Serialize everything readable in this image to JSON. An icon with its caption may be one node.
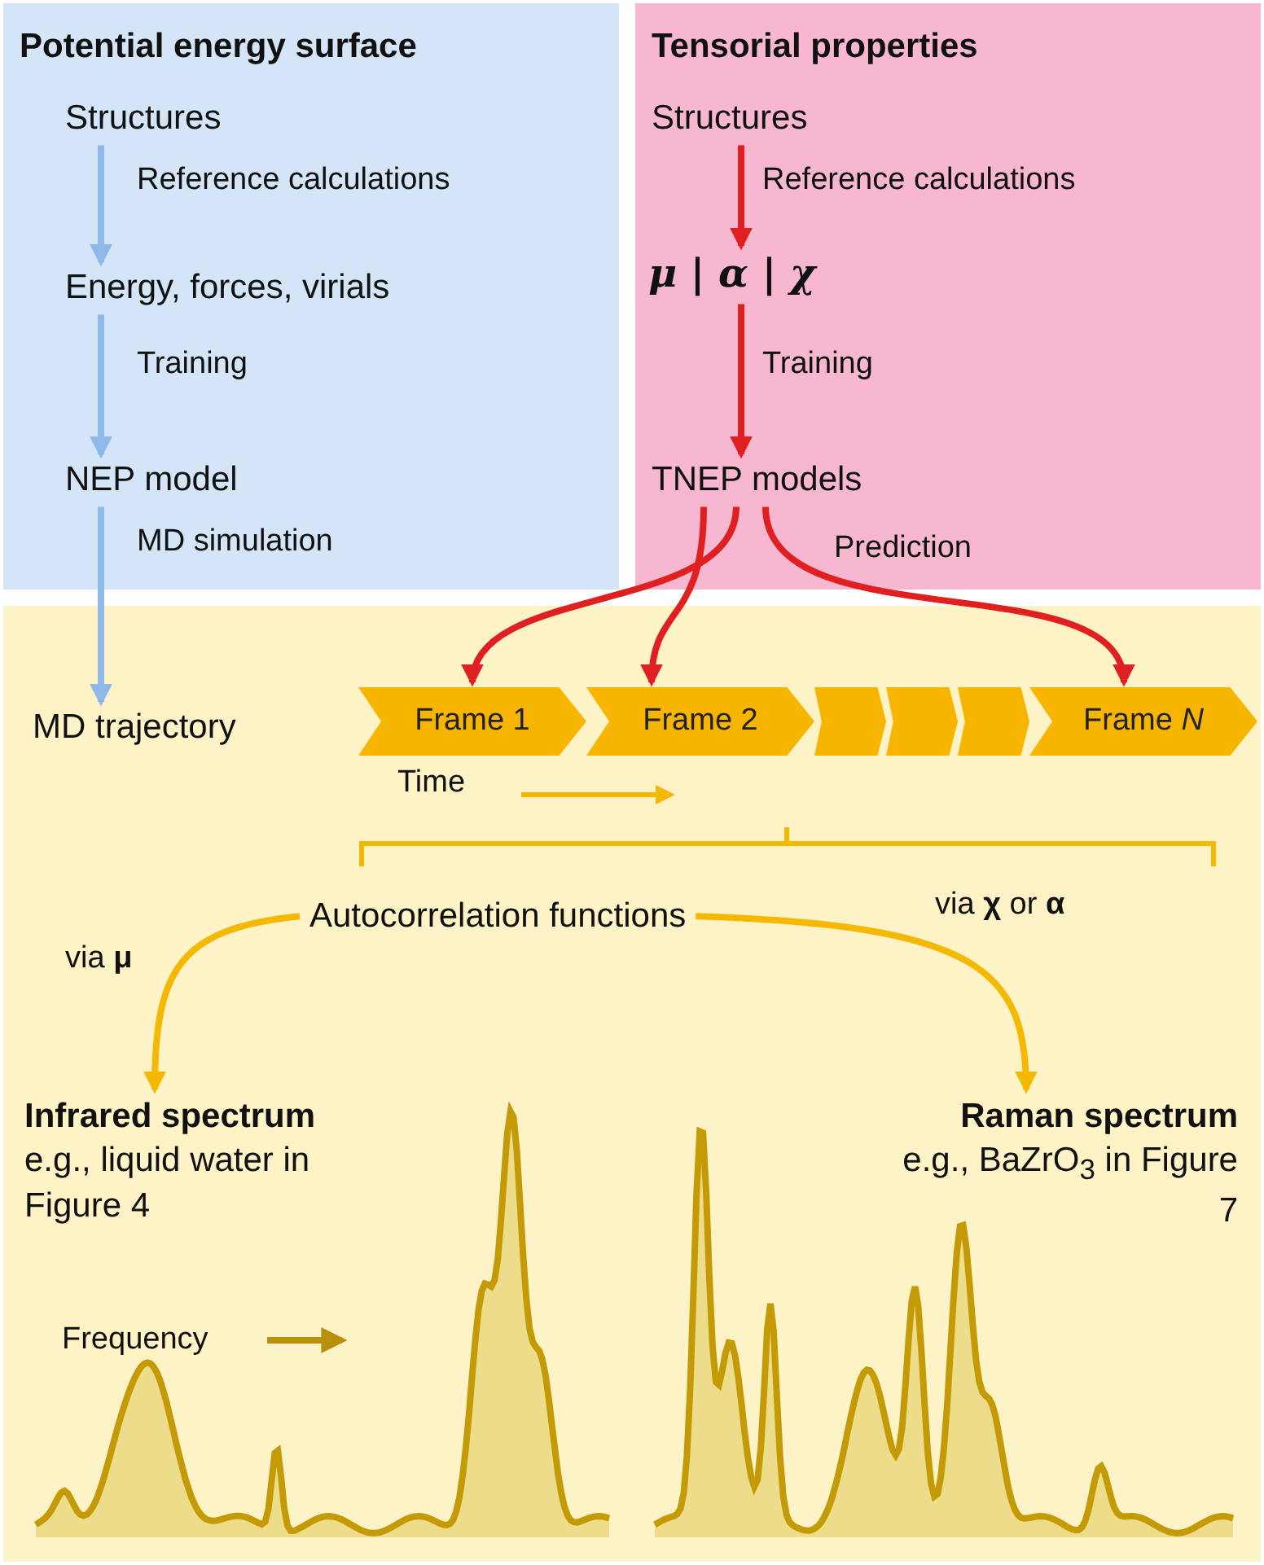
{
  "diagram": {
    "nodes": [
      {
        "text": [
          "Potential energy surface"
        ]
      },
      {
        "text": [
          "Structures"
        ],
        "in": 0
      },
      {
        "text": [
          "Energy, forces, virials"
        ],
        "in": 0
      },
      {
        "text": [
          "NEP model"
        ],
        "in": 0
      },
      {
        "text": [
          "Tensorial properties"
        ]
      },
      {
        "text": [
          "Structures"
        ],
        "in": 4
      },
      {
        "text": [
          "μ | α | χ"
        ],
        "in": 4
      },
      {
        "text": [
          "TNEP models"
        ],
        "in": 4
      },
      {
        "text": [],
        "shape": "box"
      },
      {
        "text": [
          "MD trajectory"
        ],
        "in": 8
      },
      {
        "text": [
          "Frame 1"
        ],
        "in": 8
      },
      {
        "text": [
          "Frame 2"
        ],
        "in": 8
      },
      {
        "text": [],
        "shape": "chevron",
        "in": 8
      },
      {
        "text": [],
        "shape": "chevron",
        "in": 8
      },
      {
        "text": [],
        "shape": "chevron",
        "in": 8
      },
      {
        "text": [
          "Frame *N*"
        ],
        "in": 8
      },
      {
        "text": [
          "Autocorrelation functions"
        ],
        "in": 8
      },
      {
        "text": [
          "Infrared spectrum",
          "e.g., liquid water in Figure 4"
        ],
        "in": 8
      },
      {
        "text": [
          "Raman spectrum",
          "e.g., BaZrO$_{3}$ in Figure 7"
        ],
        "in": 8
      }
    ],
    "edges": [
      {
        "from": 1,
        "to": 2,
        "arrow": "to",
        "label": "Reference calculations",
        "color": "#8db8e8"
      },
      {
        "from": 2,
        "to": 3,
        "arrow": "to",
        "label": "Training",
        "color": "#8db8e8"
      },
      {
        "from": 3,
        "to": 9,
        "arrow": "to",
        "label": "MD simulation",
        "color": "#8db8e8"
      },
      {
        "from": 5,
        "to": 6,
        "arrow": "to",
        "label": "Reference calculations"
      },
      {
        "from": 6,
        "to": 7,
        "arrow": "to",
        "label": "Training"
      },
      {
        "from": 7,
        "to": 10,
        "arrow": "to"
      },
      {
        "from": 7,
        "to": 11,
        "arrow": "to"
      },
      {
        "from": 7,
        "to": 15,
        "arrow": "to",
        "label": "Prediction"
      },
      {
        "from": 16,
        "to": 17,
        "arrow": "to",
        "label": "via **μ**",
        "color": "#f5b800"
      },
      {
        "from": 16,
        "to": 18,
        "arrow": "to",
        "label": "via **χ** or **α**",
        "color": "#f5b800"
      }
    ],
    "labels": [
      "Time",
      "Frequency"
    ]
  }
}
